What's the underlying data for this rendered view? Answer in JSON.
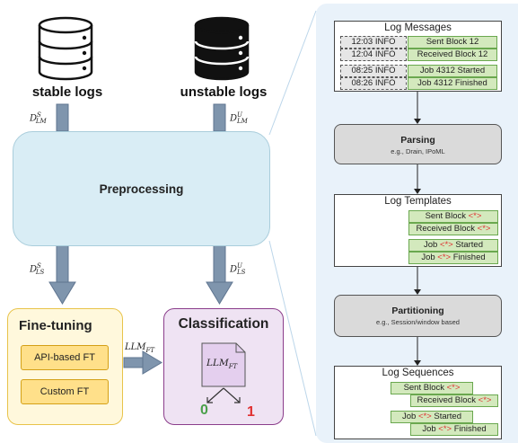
{
  "left": {
    "stable_label": "stable logs",
    "unstable_label": "unstable logs",
    "preprocessing": "Preprocessing",
    "d_lm_s": {
      "base": "D",
      "sup": "S",
      "sub": "LM"
    },
    "d_lm_u": {
      "base": "D",
      "sup": "U",
      "sub": "LM"
    },
    "d_ls_s": {
      "base": "D",
      "sup": "S",
      "sub": "LS"
    },
    "d_ls_u": {
      "base": "D",
      "sup": "U",
      "sub": "LS"
    },
    "finetuning": {
      "title": "Fine-tuning",
      "api": "API-based FT",
      "custom": "Custom FT"
    },
    "llm_ft": {
      "base": "LLM",
      "sub": "FT"
    },
    "classification": {
      "title": "Classification",
      "model": {
        "base": "LLM",
        "sub": "FT"
      },
      "out0": "0",
      "out1": "1"
    }
  },
  "right": {
    "log_messages": {
      "title": "Log Messages",
      "rows": [
        {
          "ts": "12:03 INFO",
          "msg": "Sent Block 12"
        },
        {
          "ts": "12:04 INFO",
          "msg": "Received Block 12"
        },
        {
          "ts": "08:25 INFO",
          "msg": "Job 4312 Started"
        },
        {
          "ts": "08:26 INFO",
          "msg": "Job 4312 Finished"
        }
      ],
      "ellipsis": "..."
    },
    "parsing": {
      "title": "Parsing",
      "subtitle": "e.g., Drain, IPoML"
    },
    "log_templates": {
      "title": "Log Templates",
      "rows": [
        {
          "pre": "Sent Block ",
          "ph": "<*>",
          "post": ""
        },
        {
          "pre": "Received Block ",
          "ph": "<*>",
          "post": ""
        },
        {
          "pre": "Job ",
          "ph": "<*>",
          "post": " Started"
        },
        {
          "pre": "Job ",
          "ph": "<*>",
          "post": " Finished"
        }
      ],
      "ellipsis": "..."
    },
    "partitioning": {
      "title": "Partitioning",
      "subtitle": "e.g., Session/window based"
    },
    "log_sequences": {
      "title": "Log Sequences",
      "rows": [
        {
          "pre": "Sent Block ",
          "ph": "<*>",
          "post": ""
        },
        {
          "pre": "Received Block ",
          "ph": "<*>",
          "post": ""
        },
        {
          "pre": "Job ",
          "ph": "<*>",
          "post": " Started"
        },
        {
          "pre": "Job ",
          "ph": "<*>",
          "post": " Finished"
        }
      ],
      "ellipsis": "..."
    }
  },
  "colors": {
    "arrow": "#7f95ad",
    "preprocessing_fill": "#d9edf5",
    "finetune_border": "#e8c34a",
    "classification_border": "#8b3d8b",
    "green_out": "#4aa04a",
    "red_out": "#e03131"
  }
}
